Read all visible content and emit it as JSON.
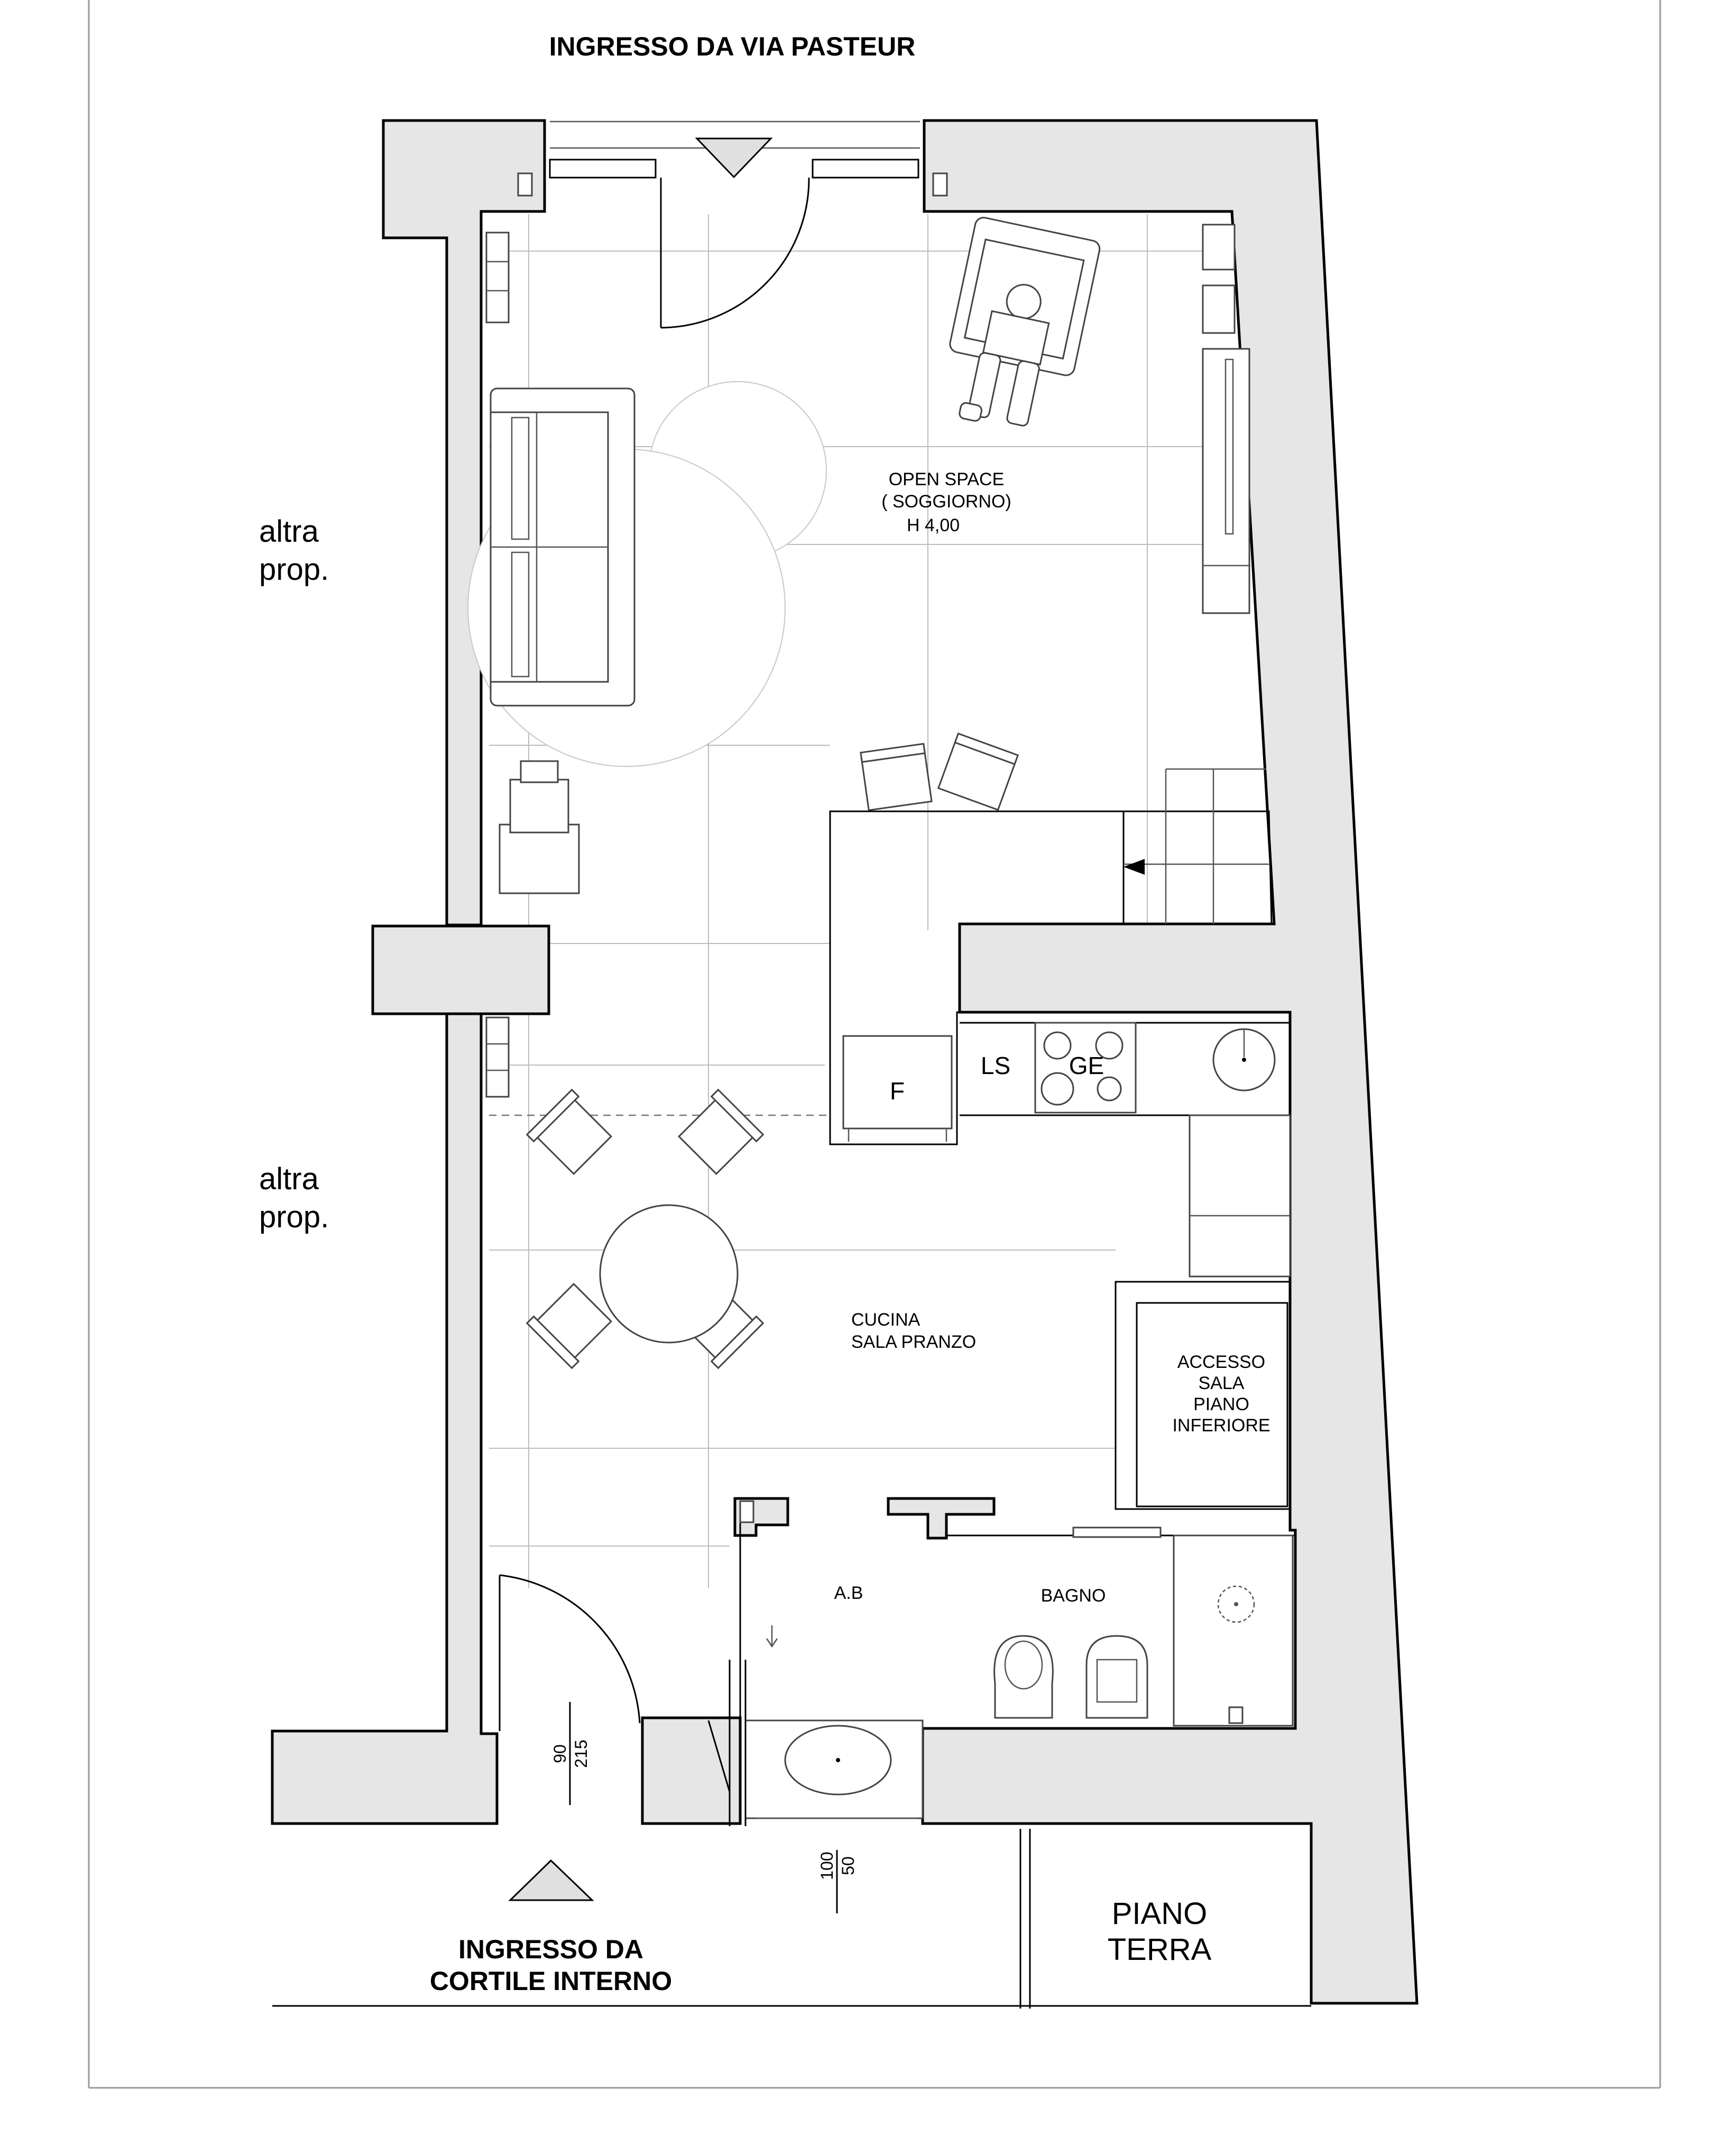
{
  "entrances": {
    "top": "INGRESSO DA VIA PASTEUR",
    "bottom_line1": "INGRESSO DA",
    "bottom_line2": "CORTILE INTERNO"
  },
  "neighbors": {
    "upper_line1": "altra",
    "upper_line2": "prop.",
    "lower_line1": "altra",
    "lower_line2": "prop."
  },
  "rooms": {
    "living_line1": "OPEN SPACE",
    "living_line2": "( SOGGIORNO)",
    "living_height": "H 4,00",
    "kitchen_line1": "CUCINA",
    "kitchen_line2": "SALA PRANZO",
    "access_line1": "ACCESSO",
    "access_line2": "SALA",
    "access_line3": "PIANO",
    "access_line4": "INFERIORE",
    "antebagno": "A.B",
    "bagno": "BAGNO"
  },
  "appliances": {
    "fridge": "F",
    "dishwasher": "LS",
    "hob": "GE"
  },
  "dimensions": {
    "door_width": "90",
    "door_height": "215",
    "window_width": "100",
    "window_sill": "50"
  },
  "floor_label_line1": "PIANO",
  "floor_label_line2": "TERRA"
}
